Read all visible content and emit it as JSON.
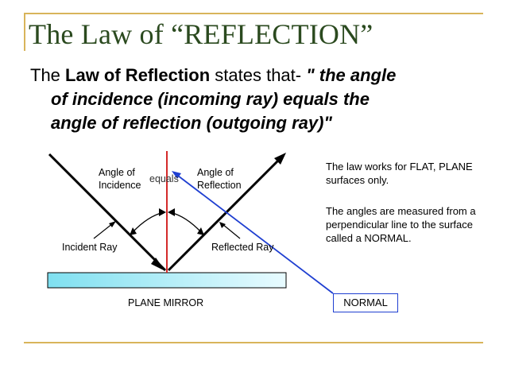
{
  "title": "The Law of “REFLECTION”",
  "statement": {
    "prefix": "The ",
    "term": "Law of Reflection",
    "middle": " states that- ",
    "quote_line1": "\" the angle",
    "quote_line2": "of incidence (incoming ray) equals the",
    "quote_line3": "angle of reflection (outgoing ray)\""
  },
  "diagram": {
    "angle_incidence_1": "Angle of",
    "angle_incidence_2": "Incidence",
    "equals": "equals",
    "angle_reflection_1": "Angle of",
    "angle_reflection_2": "Reflection",
    "incident_ray": "Incident Ray",
    "reflected_ray": "Reflected Ray",
    "mirror": "PLANE MIRROR"
  },
  "notes": {
    "note1": "The law works for FLAT, PLANE surfaces only.",
    "note2": "The angles are measured from a perpendicular line to the surface called a NORMAL."
  },
  "normal_label": "NORMAL",
  "colors": {
    "title": "#2b4a1f",
    "rule": "#d8b45a",
    "normal_line": "#d42a2a",
    "pointer": "#1f3fd1",
    "mirror_fill": "#9be8f4"
  }
}
